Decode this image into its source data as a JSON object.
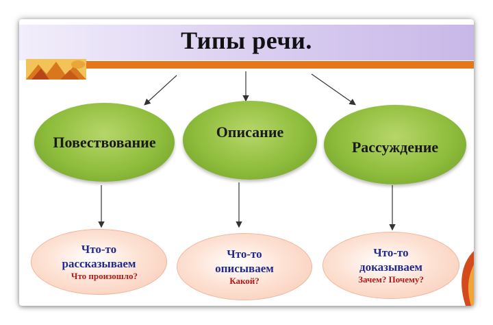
{
  "title": "Типы речи.",
  "types": [
    {
      "name": "Повествование",
      "line1": "Что-то",
      "line2": "рассказываем",
      "question": "Что произошло?"
    },
    {
      "name": "Описание",
      "line1": "Что-то",
      "line2": "описываем",
      "question": "Какой?"
    },
    {
      "name": "Рассуждение",
      "line1": "Что-то",
      "line2": "доказываем",
      "question": "Зачем? Почему?"
    }
  ],
  "colors": {
    "green": "#8fbd3c",
    "pink": "#fde2d4",
    "blue_text": "#1f2a8c",
    "red_text": "#b21818",
    "orange_bar": "#e4761c",
    "title_band": "#d9cdf0"
  }
}
